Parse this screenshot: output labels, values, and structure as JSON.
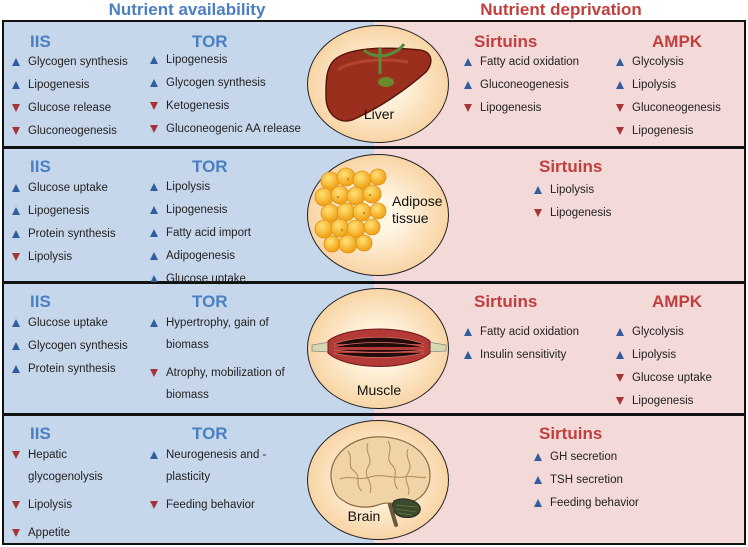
{
  "headers": {
    "left": "Nutrient availability",
    "right": "Nutrient deprivation"
  },
  "colors": {
    "availability": "#4a7fc1",
    "deprivation": "#c0403f",
    "up_arrow": "#2f5d9f",
    "down_arrow": "#a63436"
  },
  "panels": [
    {
      "organ": "Liver",
      "iis": {
        "title": "IIS",
        "items": [
          {
            "dir": "up",
            "text": "Glycogen synthesis"
          },
          {
            "dir": "up",
            "text": "Lipogenesis"
          },
          {
            "dir": "down",
            "text": "Glucose release"
          },
          {
            "dir": "down",
            "text": "Gluconeogenesis"
          }
        ]
      },
      "tor": {
        "title": "TOR",
        "items": [
          {
            "dir": "up",
            "text": "Lipogenesis"
          },
          {
            "dir": "up",
            "text": "Glycogen synthesis"
          },
          {
            "dir": "down",
            "text": "Ketogenesis"
          },
          {
            "dir": "down",
            "text": "Gluconeogenic AA release"
          }
        ]
      },
      "sirtuins": {
        "title": "Sirtuins",
        "items": [
          {
            "dir": "up",
            "text": "Fatty acid oxidation"
          },
          {
            "dir": "up",
            "text": "Gluconeogenesis"
          },
          {
            "dir": "down",
            "text": "Lipogenesis"
          }
        ]
      },
      "ampk": {
        "title": "AMPK",
        "items": [
          {
            "dir": "up",
            "text": "Glycolysis"
          },
          {
            "dir": "up",
            "text": "Lipolysis"
          },
          {
            "dir": "down",
            "text": "Gluconeogenesis"
          },
          {
            "dir": "down",
            "text": "Lipogenesis"
          }
        ]
      }
    },
    {
      "organ": "Adipose tissue",
      "organ_lines": [
        "Adipose",
        "tissue"
      ],
      "iis": {
        "title": "IIS",
        "items": [
          {
            "dir": "up",
            "text": "Glucose uptake"
          },
          {
            "dir": "up",
            "text": "Lipogenesis"
          },
          {
            "dir": "up",
            "text": "Protein synthesis"
          },
          {
            "dir": "down",
            "text": "Lipolysis"
          }
        ]
      },
      "tor": {
        "title": "TOR",
        "items": [
          {
            "dir": "up",
            "text": "Lipolysis"
          },
          {
            "dir": "up",
            "text": "Lipogenesis"
          },
          {
            "dir": "up",
            "text": "Fatty acid import"
          },
          {
            "dir": "up",
            "text": "Adipogenesis"
          },
          {
            "dir": "up",
            "text": "Glucose uptake"
          }
        ]
      },
      "sirtuins": {
        "title": "Sirtuins",
        "items": [
          {
            "dir": "up",
            "text": "Lipolysis"
          },
          {
            "dir": "down",
            "text": "Lipogenesis"
          }
        ]
      }
    },
    {
      "organ": "Muscle",
      "iis": {
        "title": "IIS",
        "items": [
          {
            "dir": "up",
            "text": "Glucose uptake"
          },
          {
            "dir": "up",
            "text": "Glycogen synthesis"
          },
          {
            "dir": "up",
            "text": "Protein synthesis"
          }
        ]
      },
      "tor": {
        "title": "TOR",
        "items": [
          {
            "dir": "up",
            "text": "Hypertrophy, gain of biomass"
          },
          {
            "dir": "down",
            "text": "Atrophy, mobilization of biomass"
          }
        ]
      },
      "sirtuins": {
        "title": "Sirtuins",
        "items": [
          {
            "dir": "up",
            "text": "Fatty acid oxidation"
          },
          {
            "dir": "up",
            "text": "Insulin sensitivity"
          }
        ]
      },
      "ampk": {
        "title": "AMPK",
        "items": [
          {
            "dir": "up",
            "text": "Glycolysis"
          },
          {
            "dir": "up",
            "text": "Lipolysis"
          },
          {
            "dir": "down",
            "text": "Glucose uptake"
          },
          {
            "dir": "down",
            "text": "Lipogenesis"
          }
        ]
      }
    },
    {
      "organ": "Brain",
      "iis": {
        "title": "IIS",
        "items": [
          {
            "dir": "down",
            "text": "Hepatic glycogenolysis"
          },
          {
            "dir": "down",
            "text": "Lipolysis"
          },
          {
            "dir": "down",
            "text": "Appetite"
          }
        ]
      },
      "tor": {
        "title": "TOR",
        "items": [
          {
            "dir": "up",
            "text": "Neurogenesis and -plasticity"
          },
          {
            "dir": "down",
            "text": "Feeding behavior"
          }
        ]
      },
      "sirtuins": {
        "title": "Sirtuins",
        "items": [
          {
            "dir": "up",
            "text": "GH secretion"
          },
          {
            "dir": "up",
            "text": "TSH secretion"
          },
          {
            "dir": "up",
            "text": "Feeding behavior"
          }
        ]
      }
    }
  ]
}
